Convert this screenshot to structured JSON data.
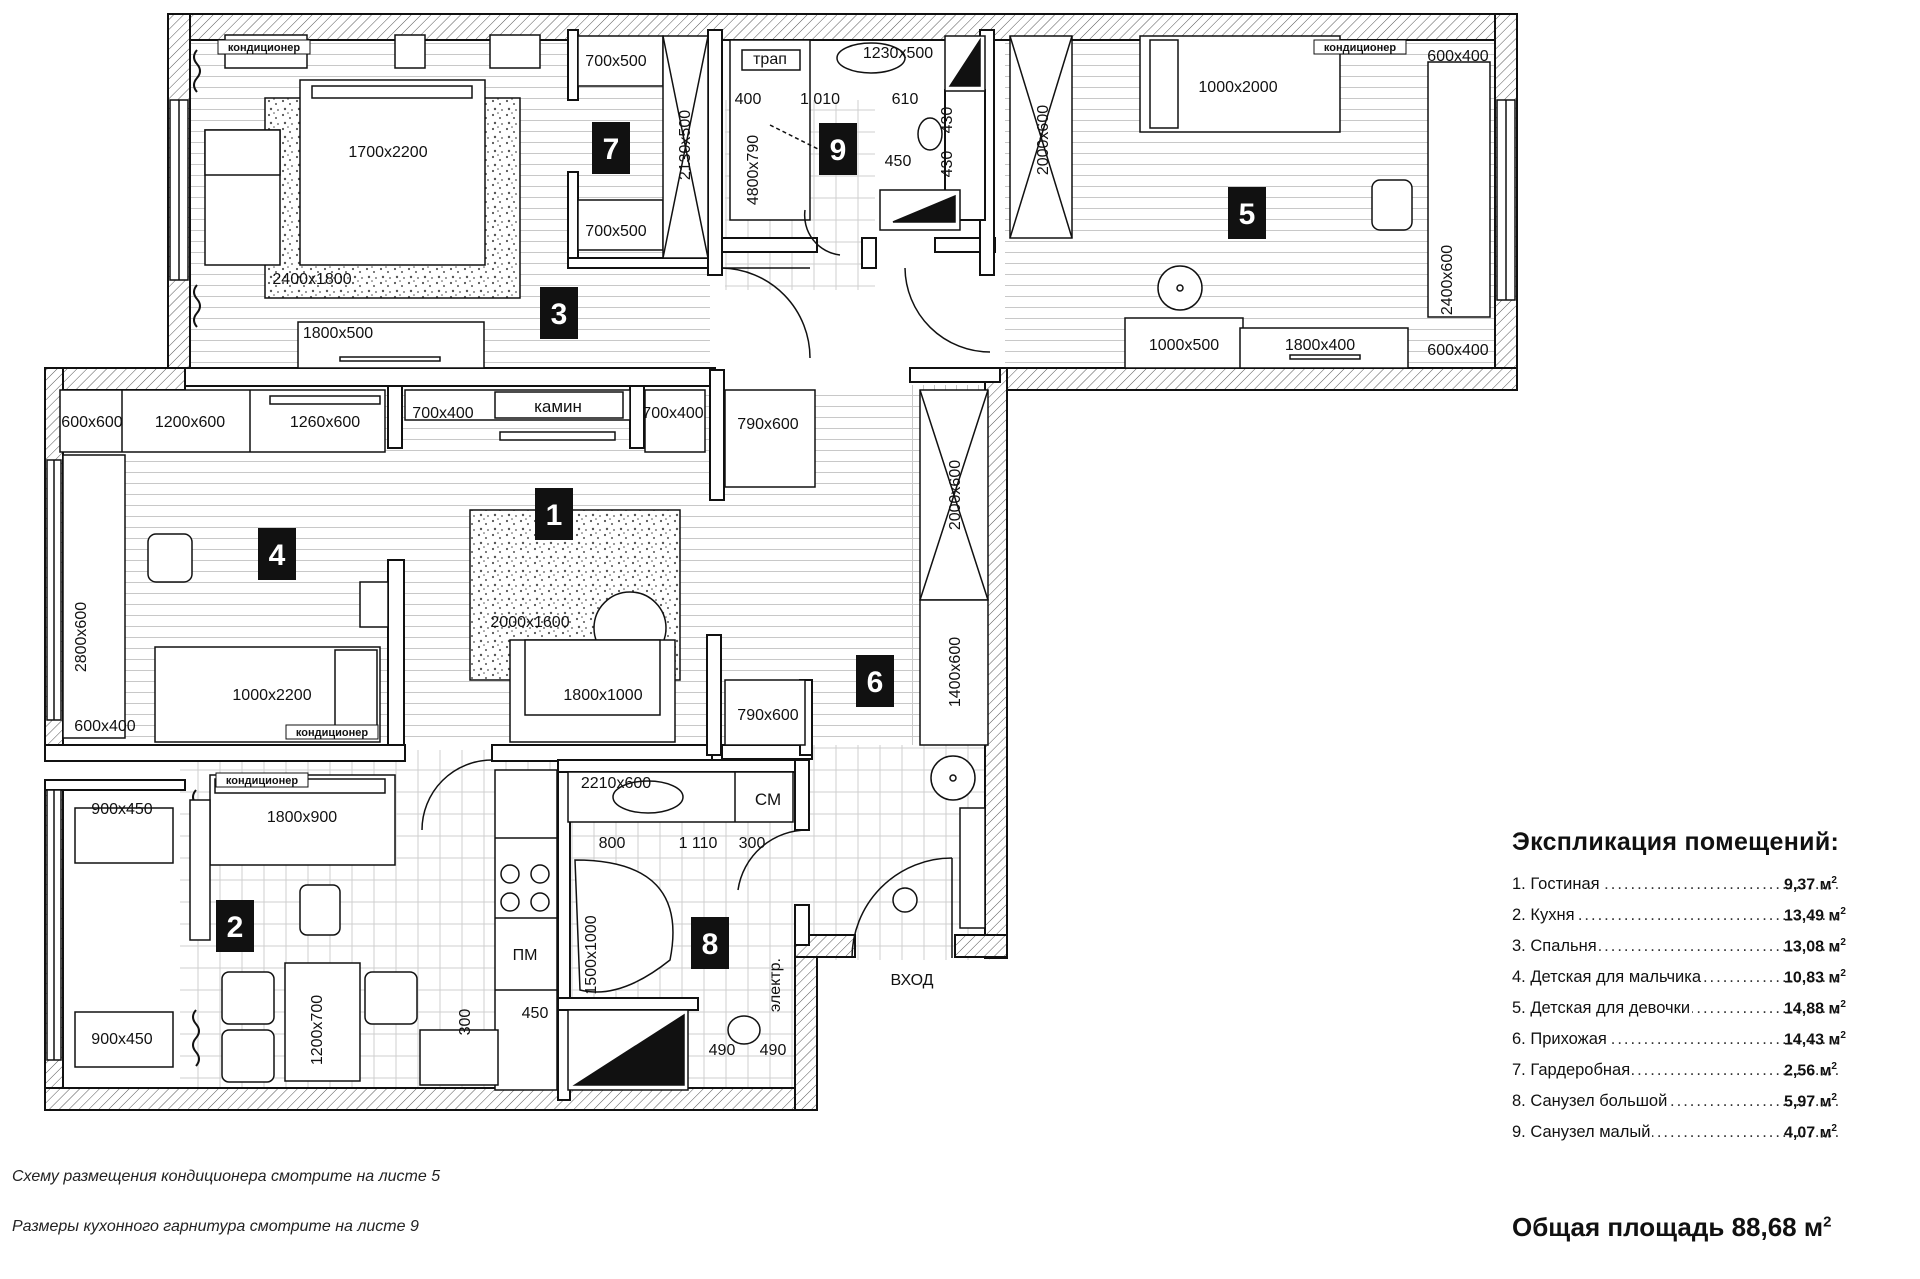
{
  "labels": {
    "ac": "кондиционер",
    "fireplace": "камин",
    "drain": "трап",
    "washer": "СМ",
    "dishwasher": "ПМ",
    "electric": "электр.",
    "entrance": "ВХОД"
  },
  "rooms": [
    {
      "number": "1"
    },
    {
      "number": "2"
    },
    {
      "number": "3"
    },
    {
      "number": "4"
    },
    {
      "number": "5"
    },
    {
      "number": "6"
    },
    {
      "number": "7"
    },
    {
      "number": "8"
    },
    {
      "number": "9"
    }
  ],
  "dimensions": [
    "1700х2200",
    "2400х1800",
    "1800х500",
    "700х500",
    "700х500",
    "2130х500",
    "1230х500",
    "400",
    "1 010",
    "610",
    "430",
    "430",
    "450",
    "4800х790",
    "2000х600",
    "1000х2000",
    "600х400",
    "2400х600",
    "1000х500",
    "1800х400",
    "600х400",
    "600х600",
    "1200х600",
    "1260х600",
    "700х400",
    "700х400",
    "790х600",
    "2800х600",
    "1000х2200",
    "600х400",
    "2000х1600",
    "1800х1000",
    "2000х600",
    "1400х600",
    "790х600",
    "900х450",
    "1800х900",
    "900х450",
    "1200х700",
    "300",
    "450",
    "2210х600",
    "800",
    "1 110",
    "300",
    "1500х1000",
    "490",
    "490"
  ],
  "legend": {
    "title": "Экспликация помещений:",
    "items": [
      {
        "name": "1. Гостиная",
        "area": "9,37 м",
        "unit_sup": "2"
      },
      {
        "name": "2. Кухня",
        "area": "13,49 м",
        "unit_sup": "2"
      },
      {
        "name": "3. Спальня",
        "area": "13,08 м",
        "unit_sup": "2"
      },
      {
        "name": "4. Детская для мальчика",
        "area": "10,83 м",
        "unit_sup": "2"
      },
      {
        "name": "5. Детская для девочки",
        "area": "14,88 м",
        "unit_sup": "2"
      },
      {
        "name": "6. Прихожая",
        "area": "14,43 м",
        "unit_sup": "2"
      },
      {
        "name": "7. Гардеробная",
        "area": "2,56 м",
        "unit_sup": "2"
      },
      {
        "name": "8. Санузел большой",
        "area": "5,97 м",
        "unit_sup": "2"
      },
      {
        "name": "9. Санузел малый",
        "area": "4,07 м",
        "unit_sup": "2"
      }
    ]
  },
  "total": {
    "text": "Общая площадь 88,68 м",
    "unit_sup": "2"
  },
  "notes": [
    "Схему размещения кондиционера смотрите на листе 5",
    "Размеры кухонного гарнитура смотрите на листе 9"
  ]
}
